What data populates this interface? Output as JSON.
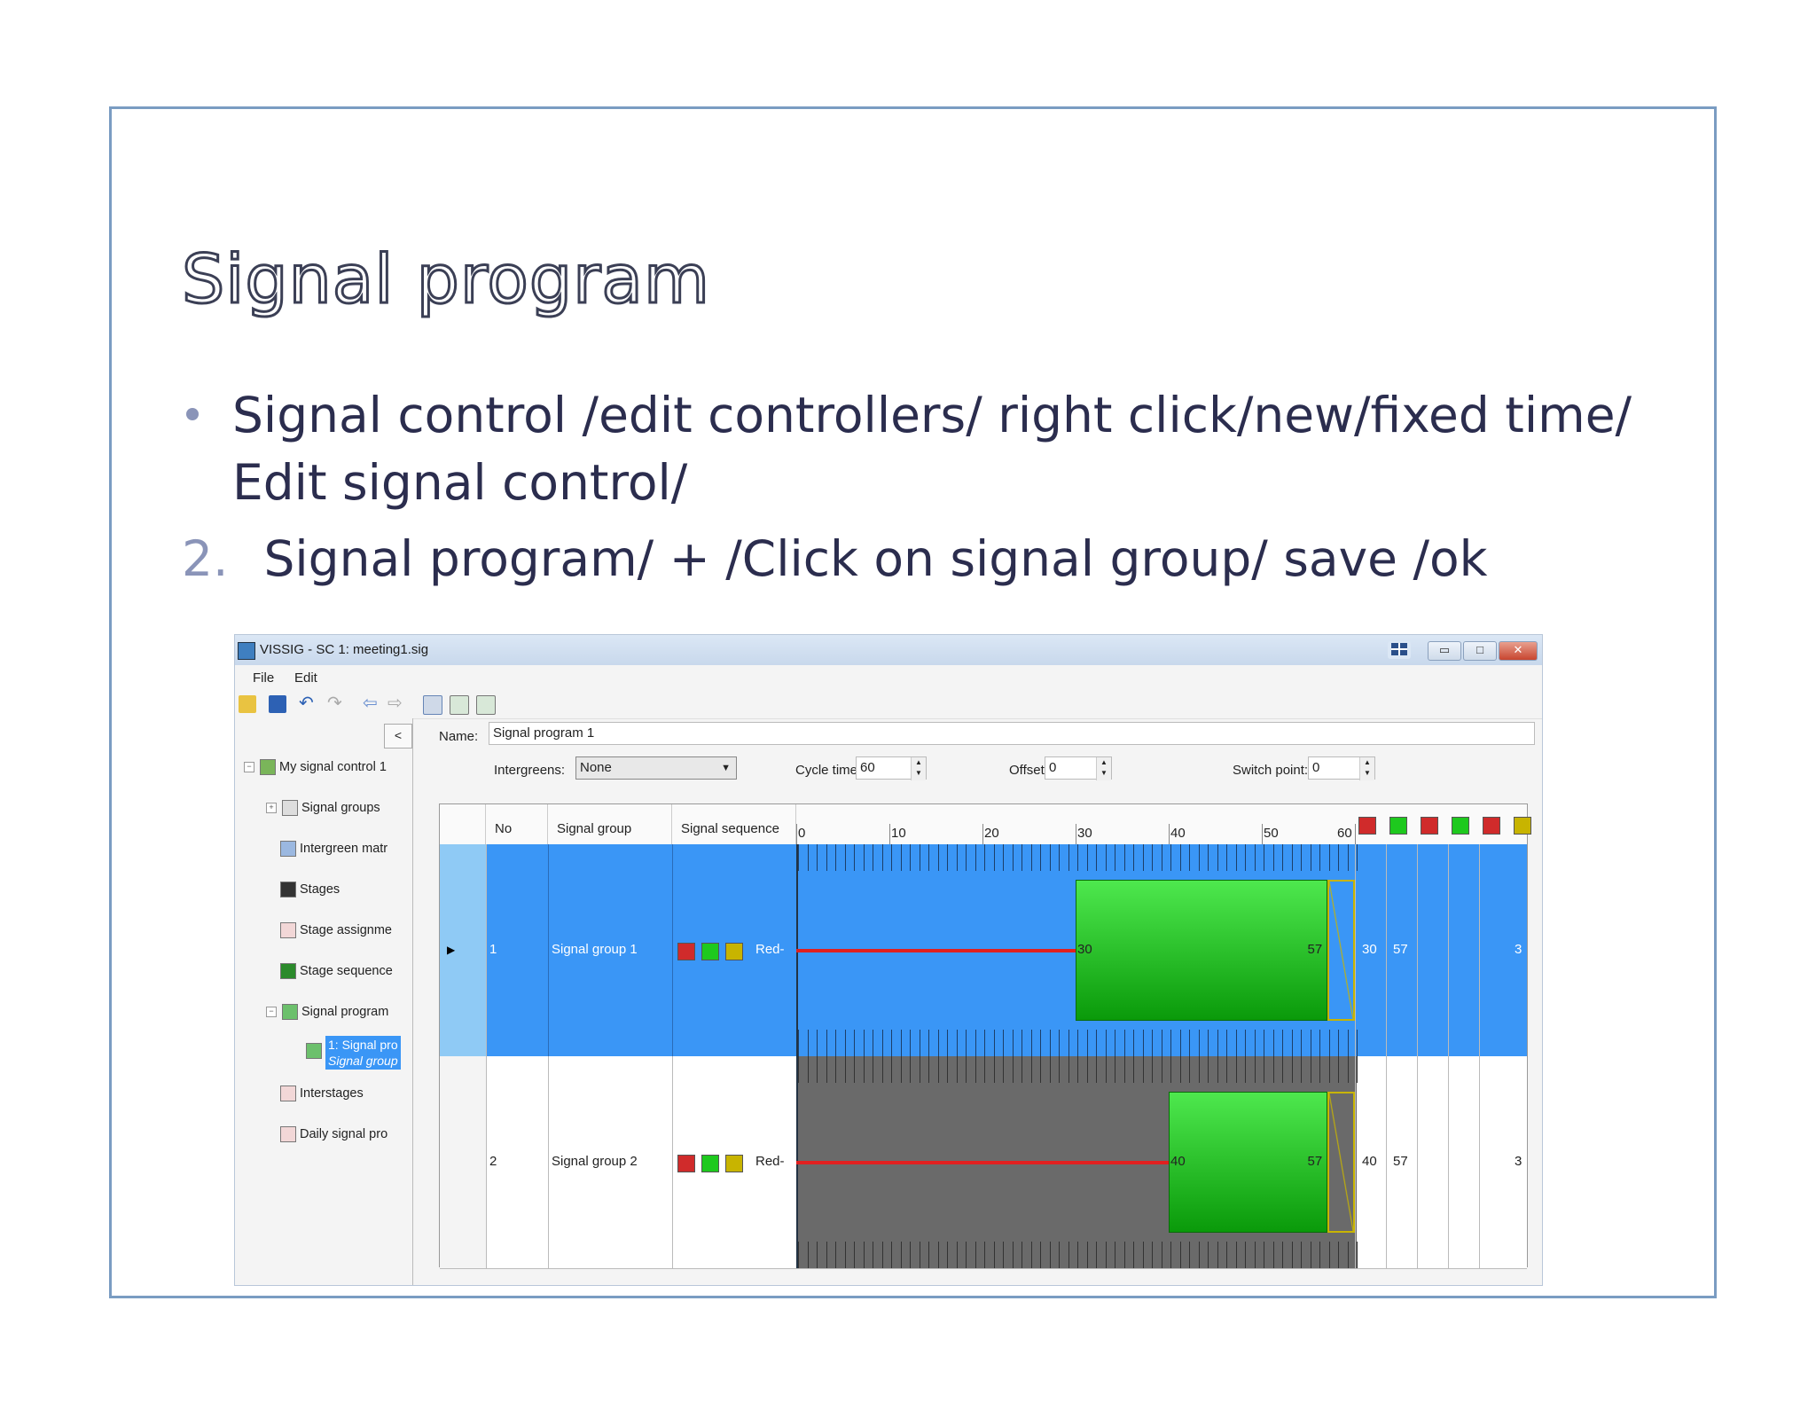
{
  "slide": {
    "title": "Signal program",
    "bullet1": "Signal control /edit controllers/ right click/new/fixed time/ Edit signal control/",
    "bullet2_num": "2.",
    "bullet2": "Signal program/ + /Click on signal group/ save /ok"
  },
  "window": {
    "title": "VISSIG - SC 1: meeting1.sig",
    "menu": [
      "File",
      "Edit"
    ],
    "collapse_label": "<",
    "tree": {
      "root": "My signal control 1",
      "items": [
        "Signal groups",
        "Intergreen matr",
        "Stages",
        "Stage assignme",
        "Stage sequence",
        "Signal program"
      ],
      "selected_line1": "1: Signal pro",
      "selected_line2": "Signal group",
      "items_after": [
        "Interstages",
        "Daily signal pro"
      ]
    },
    "form": {
      "name_label": "Name:",
      "name_value": "Signal program 1",
      "intergreens_label": "Intergreens:",
      "intergreens_value": "None",
      "cycle_label": "Cycle time:",
      "cycle_value": "60",
      "offset_label": "Offset:",
      "offset_value": "0",
      "switch_label": "Switch point:",
      "switch_value": "0"
    },
    "table": {
      "headers": [
        "No",
        "Signal group",
        "Signal sequence"
      ],
      "timeline_ticks": [
        "0",
        "10",
        "20",
        "30",
        "40",
        "50",
        "60"
      ],
      "rows": [
        {
          "no": "1",
          "group": "Signal group 1",
          "sequence": "Red-",
          "green_start": 30,
          "green_end": 57,
          "start_label": "30",
          "end_label": "57",
          "col_a": "30",
          "col_b": "57",
          "col_c": "3",
          "selected": true
        },
        {
          "no": "2",
          "group": "Signal group 2",
          "sequence": "Red-",
          "green_start": 40,
          "green_end": 57,
          "start_label": "40",
          "end_label": "57",
          "col_a": "40",
          "col_b": "57",
          "col_c": "3",
          "selected": false
        }
      ]
    }
  },
  "colors": {
    "selected_row": "#3a96f6",
    "green": "#1ec91e",
    "red_line": "#e02020",
    "amber": "#c8b400",
    "timeline_bg_unselected": "#6a6a6a"
  }
}
